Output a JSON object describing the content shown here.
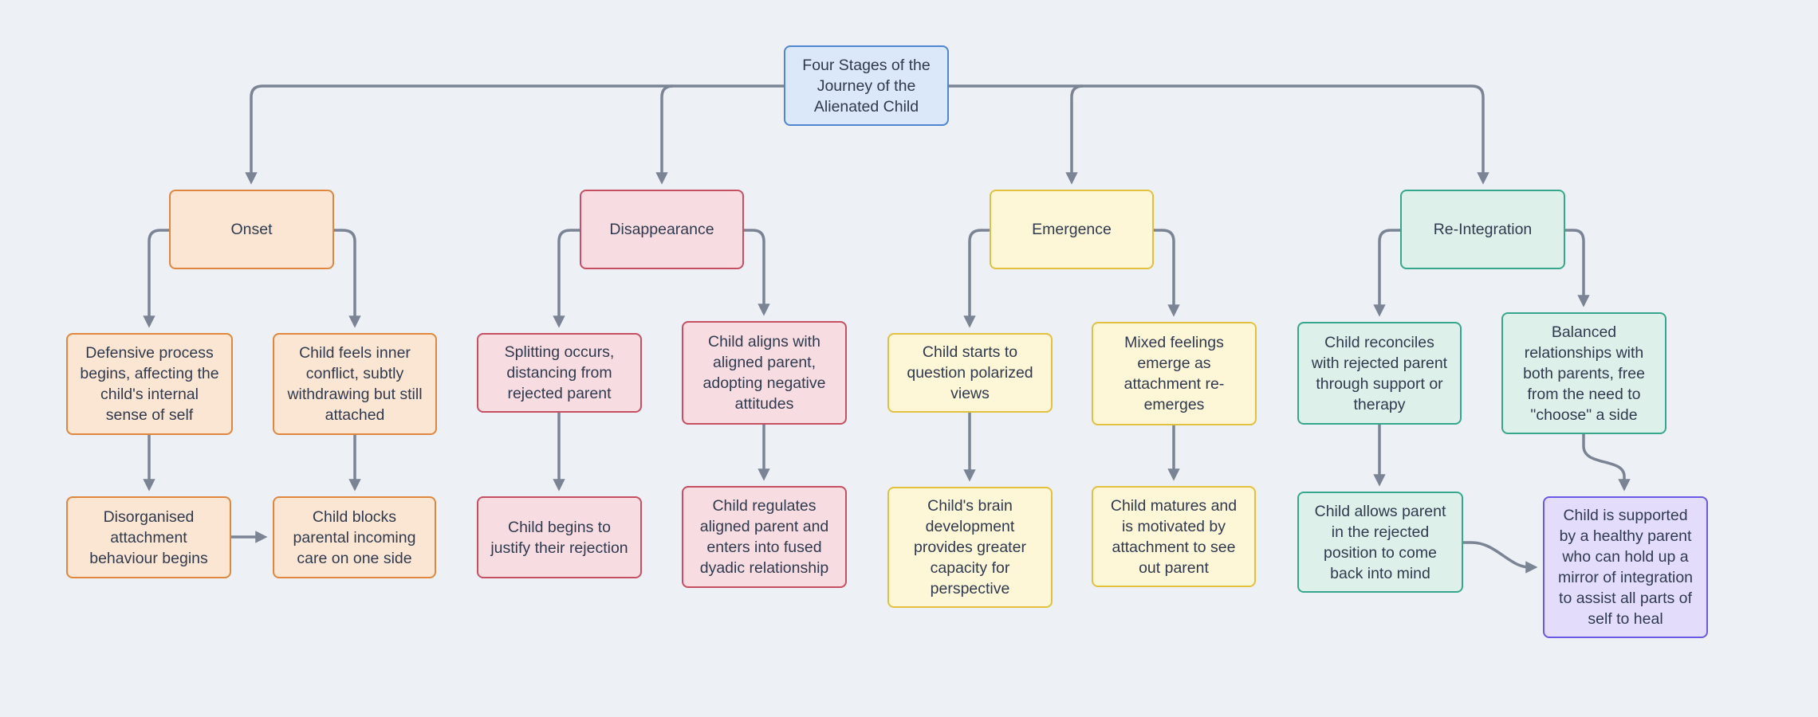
{
  "title": "Four Stages of the Journey of the Alienated Child",
  "nodes": {
    "root": "Four Stages of the Journey of the Alienated Child",
    "stage_onset": "Onset",
    "stage_disappearance": "Disappearance",
    "stage_emergence": "Emergence",
    "stage_reintegration": "Re-Integration",
    "onset_c1": "Defensive process begins, affecting the child's internal sense of self",
    "onset_c2": "Child feels inner conflict, subtly withdrawing but still attached",
    "onset_c3": "Disorganised attachment behaviour begins",
    "onset_c4": "Child blocks parental incoming care on one side",
    "dis_c1": "Splitting occurs, distancing from rejected parent",
    "dis_c2": "Child aligns with aligned parent, adopting negative attitudes",
    "dis_c3": "Child begins to justify their rejection",
    "dis_c4": "Child regulates aligned parent and enters into fused dyadic relationship",
    "eme_c1": "Child starts to question polarized views",
    "eme_c2": "Mixed feelings emerge as attachment re-emerges",
    "eme_c3": "Child's brain development provides greater capacity for perspective",
    "eme_c4": "Child matures and is motivated by attachment to see out parent",
    "rei_c1": "Child reconciles with rejected parent through support or therapy",
    "rei_c2": "Balanced relationships with both parents, free from the need to \"choose\" a side",
    "rei_c3": "Child allows parent in the rejected position to come back into mind",
    "rei_c4": "Child is supported by a healthy parent who can hold up a mirror of integration to assist all parts of self to heal"
  },
  "colors": {
    "background": "#edf1f5",
    "connector": "#7b8494",
    "text": "#303a4e",
    "blue": {
      "fill": "#dbe8f9",
      "stroke": "#4f86cf"
    },
    "orange": {
      "fill": "#fbe6d3",
      "stroke": "#e0873f"
    },
    "red": {
      "fill": "#f7dce1",
      "stroke": "#c64f62"
    },
    "yellow": {
      "fill": "#fdf6d7",
      "stroke": "#e3c03e"
    },
    "teal": {
      "fill": "#def0ea",
      "stroke": "#36a78c"
    },
    "purple": {
      "fill": "#e3ddfb",
      "stroke": "#6a5ae3"
    }
  }
}
